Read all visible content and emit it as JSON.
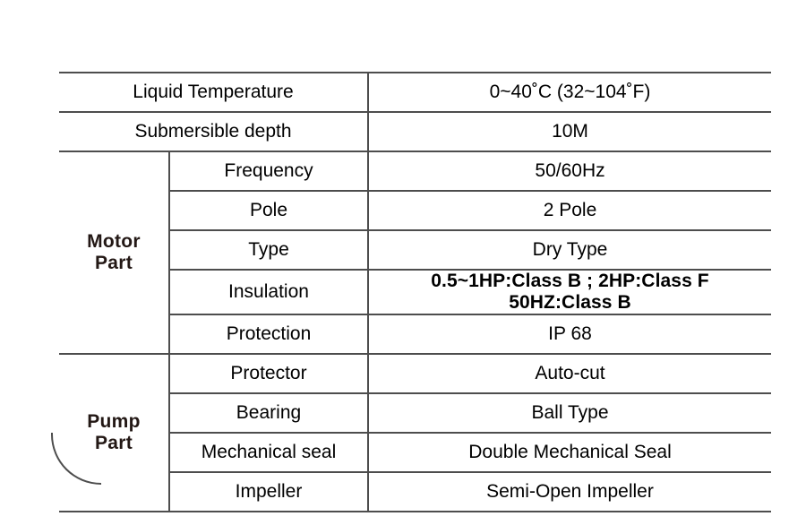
{
  "table": {
    "colors": {
      "group_label": "#231815",
      "text": "#000000",
      "rule": "#4d4d4d",
      "background": "#ffffff"
    },
    "header_rows": [
      {
        "label": "Liquid Temperature",
        "value": "0~40˚C (32~104˚F)"
      },
      {
        "label": "Submersible depth",
        "value": "10M"
      }
    ],
    "groups": [
      {
        "name": "Motor Part",
        "name_lines": [
          "Motor",
          "Part"
        ],
        "rows": [
          {
            "label": "Frequency",
            "value": "50/60Hz"
          },
          {
            "label": "Pole",
            "value": "2 Pole"
          },
          {
            "label": "Type",
            "value": "Dry Type"
          },
          {
            "label": "Insulation",
            "value_lines": [
              "0.5~1HP:Class B ; 2HP:Class F",
              "50HZ:Class B"
            ]
          },
          {
            "label": "Protection",
            "value": "IP 68"
          }
        ]
      },
      {
        "name": "Pump Part",
        "name_lines": [
          "Pump",
          "Part"
        ],
        "rows": [
          {
            "label": "Protector",
            "value": "Auto-cut"
          },
          {
            "label": "Bearing",
            "value": "Ball Type"
          },
          {
            "label": "Mechanical seal",
            "value": "Double Mechanical Seal"
          },
          {
            "label": "Impeller",
            "value": "Semi-Open Impeller"
          }
        ]
      }
    ]
  }
}
